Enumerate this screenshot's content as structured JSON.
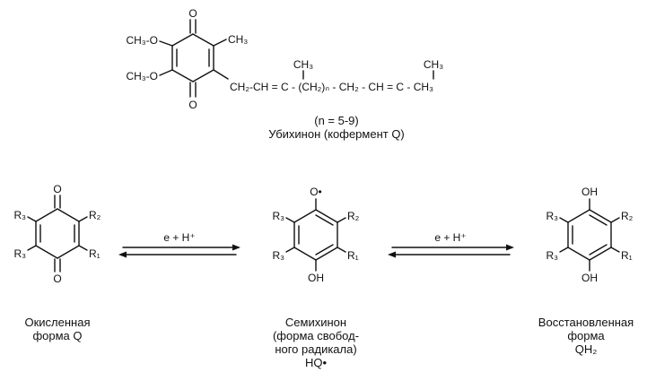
{
  "ubiquinone": {
    "oxo_top": "O",
    "oxo_bottom": "O",
    "methoxy_1": "CH₃-O",
    "methoxy_2": "CH₃-O",
    "ring_methyl": "CH₃",
    "chain": "CH₂-CH = C - (CH₂)ₙ - CH₂ - CH = C - CH₃",
    "branch_methyl_1": "CH₃",
    "branch_methyl_2": "CH₃",
    "n_range": "(n = 5-9)",
    "name": "Убихинон (кофермент Q)"
  },
  "states": [
    {
      "top": "O",
      "bottom": "O",
      "r3": "R₃",
      "r2": "R₂",
      "r3b": "R₃",
      "r1": "R₁",
      "caption_line1": "Окисленная",
      "caption_line2": "форма Q"
    },
    {
      "top": "O•",
      "bottom": "OH",
      "r3": "R₃",
      "r2": "R₂",
      "r3b": "R₃",
      "r1": "R₁",
      "caption_line1": "Семихинон",
      "caption_line2": "(форма свобод-",
      "caption_line3": "ного радикала)",
      "caption_line4": "HQ•"
    },
    {
      "top": "OH",
      "bottom": "OH",
      "r3": "R₃",
      "r2": "R₂",
      "r3b": "R₃",
      "r1": "R₁",
      "caption_line1": "Восстановленная",
      "caption_line2": "форма",
      "caption_line3": "QH₂"
    }
  ],
  "arrows": [
    {
      "label": "e + H⁺"
    },
    {
      "label": "e + H⁺"
    }
  ]
}
